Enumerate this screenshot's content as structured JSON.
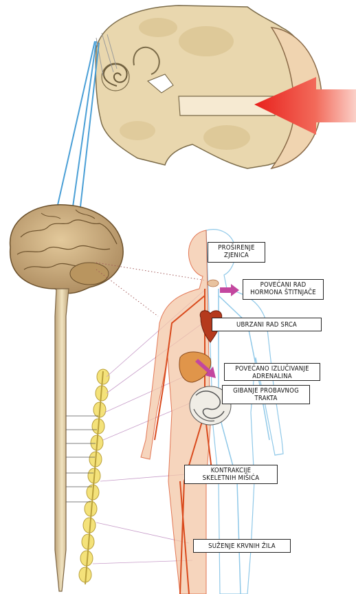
{
  "labels": {
    "pupil": [
      "PROŠIRENJE",
      "ZJENICA"
    ],
    "thyroid": [
      "POVEĆANI RAD",
      "HORMONA ŠTITNJAČE"
    ],
    "heart": "UBRZANI RAD SRCA",
    "adrenaline": [
      "POVEĆANO IZLUČIVANJE",
      "ADRENALINA"
    ],
    "digestive": [
      "GIBANJE PROBAVNOG",
      "TRAKTA"
    ],
    "muscle": [
      "KONTRAKCIJE",
      "SKELETNIH MIŠIĆA"
    ],
    "vessels": "SUŽENJE KRVNIH ŽILA"
  },
  "colors": {
    "sound_arrow": "#e8201c",
    "nerve_lines": "#4a9fd6",
    "adrenal_arrow": "#c3479f",
    "arteries": "#d94a1d",
    "veins": "#8fc8e8",
    "bone": "#e6d2a8",
    "brain": "#c8a978"
  },
  "icons": [
    "ear-cross-section",
    "brain",
    "spinal-cord",
    "sympathetic-ganglion-chain",
    "human-body",
    "heart",
    "intestines",
    "sound-arrow"
  ]
}
